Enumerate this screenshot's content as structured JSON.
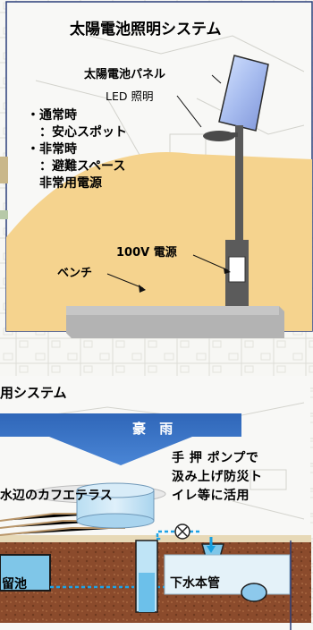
{
  "solar_panel_section": {
    "title": "太陽電池照明システム",
    "labels": {
      "solar_panel": "太陽電池パネル",
      "led_light": "LED 照明",
      "power_100v": "100V 電源",
      "bench": "ベンチ"
    },
    "bullets": [
      "・通常時",
      "　：安心スポット",
      "・非常時",
      "　：避難スペース",
      "　非常用電源"
    ]
  },
  "rainwater_section": {
    "title": "用システム",
    "heavy_rain": "豪 雨",
    "pump_note": [
      "手 押 ポンプで",
      "汲み上げ防災ト",
      "イレ等に活用"
    ],
    "cafe_terrace": "水辺のカフエテラス",
    "storage_tank": "留池",
    "sewer_main": "下水本管"
  },
  "colors": {
    "hill": "#f5d38e",
    "panel": "#9fb3e8",
    "pole": "#5a5a5a",
    "arrow": "#3a72c4",
    "soil": "#8a4a2a",
    "water": "#7fc6e8",
    "pipe": "#18a0e0"
  }
}
